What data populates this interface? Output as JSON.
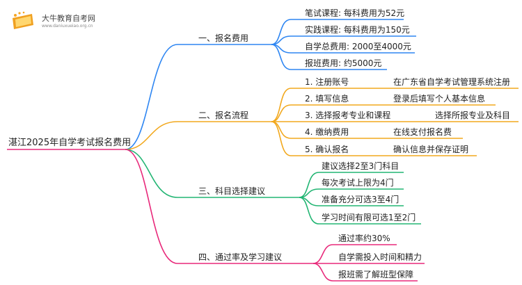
{
  "logo": {
    "name": "大牛教育自考网",
    "url": "www.daniuxueiao.org.cn"
  },
  "root": "湛江2025年自学考试报名费用",
  "branches": [
    {
      "title": "一、报名费用",
      "color": "#2e86f2",
      "children": [
        {
          "label": "笔试课程: 每科费用为52元"
        },
        {
          "label": "实践课程: 每科费用为150元"
        },
        {
          "label": "自学总费用: 2000至4000元"
        },
        {
          "label": "报班费用: 约5000元"
        }
      ]
    },
    {
      "title": "二、报名流程",
      "color": "#f2a81d",
      "children": [
        {
          "label": "1. 注册账号",
          "detail": "在广东省自学考试管理系统注册"
        },
        {
          "label": "2. 填写信息",
          "detail": "登录后填写个人基本信息"
        },
        {
          "label": "3. 选择报考专业和课程",
          "detail": "选择所报专业及科目"
        },
        {
          "label": "4. 缴纳费用",
          "detail": "在线支付报名费"
        },
        {
          "label": "5. 确认报名",
          "detail": "确认信息并保存证明"
        }
      ]
    },
    {
      "title": "三、科目选择建议",
      "color": "#22b573",
      "children": [
        {
          "label": "建议选择2至3门科目"
        },
        {
          "label": "每次考试上限为4门"
        },
        {
          "label": "准备充分可选3至4门"
        },
        {
          "label": "学习时间有限可选1至2门"
        }
      ]
    },
    {
      "title": "四、通过率及学习建议",
      "color": "#e8287a",
      "children": [
        {
          "label": "通过率约30%"
        },
        {
          "label": "自学需投入时间和精力"
        },
        {
          "label": "报班需了解班型保障"
        }
      ]
    }
  ]
}
